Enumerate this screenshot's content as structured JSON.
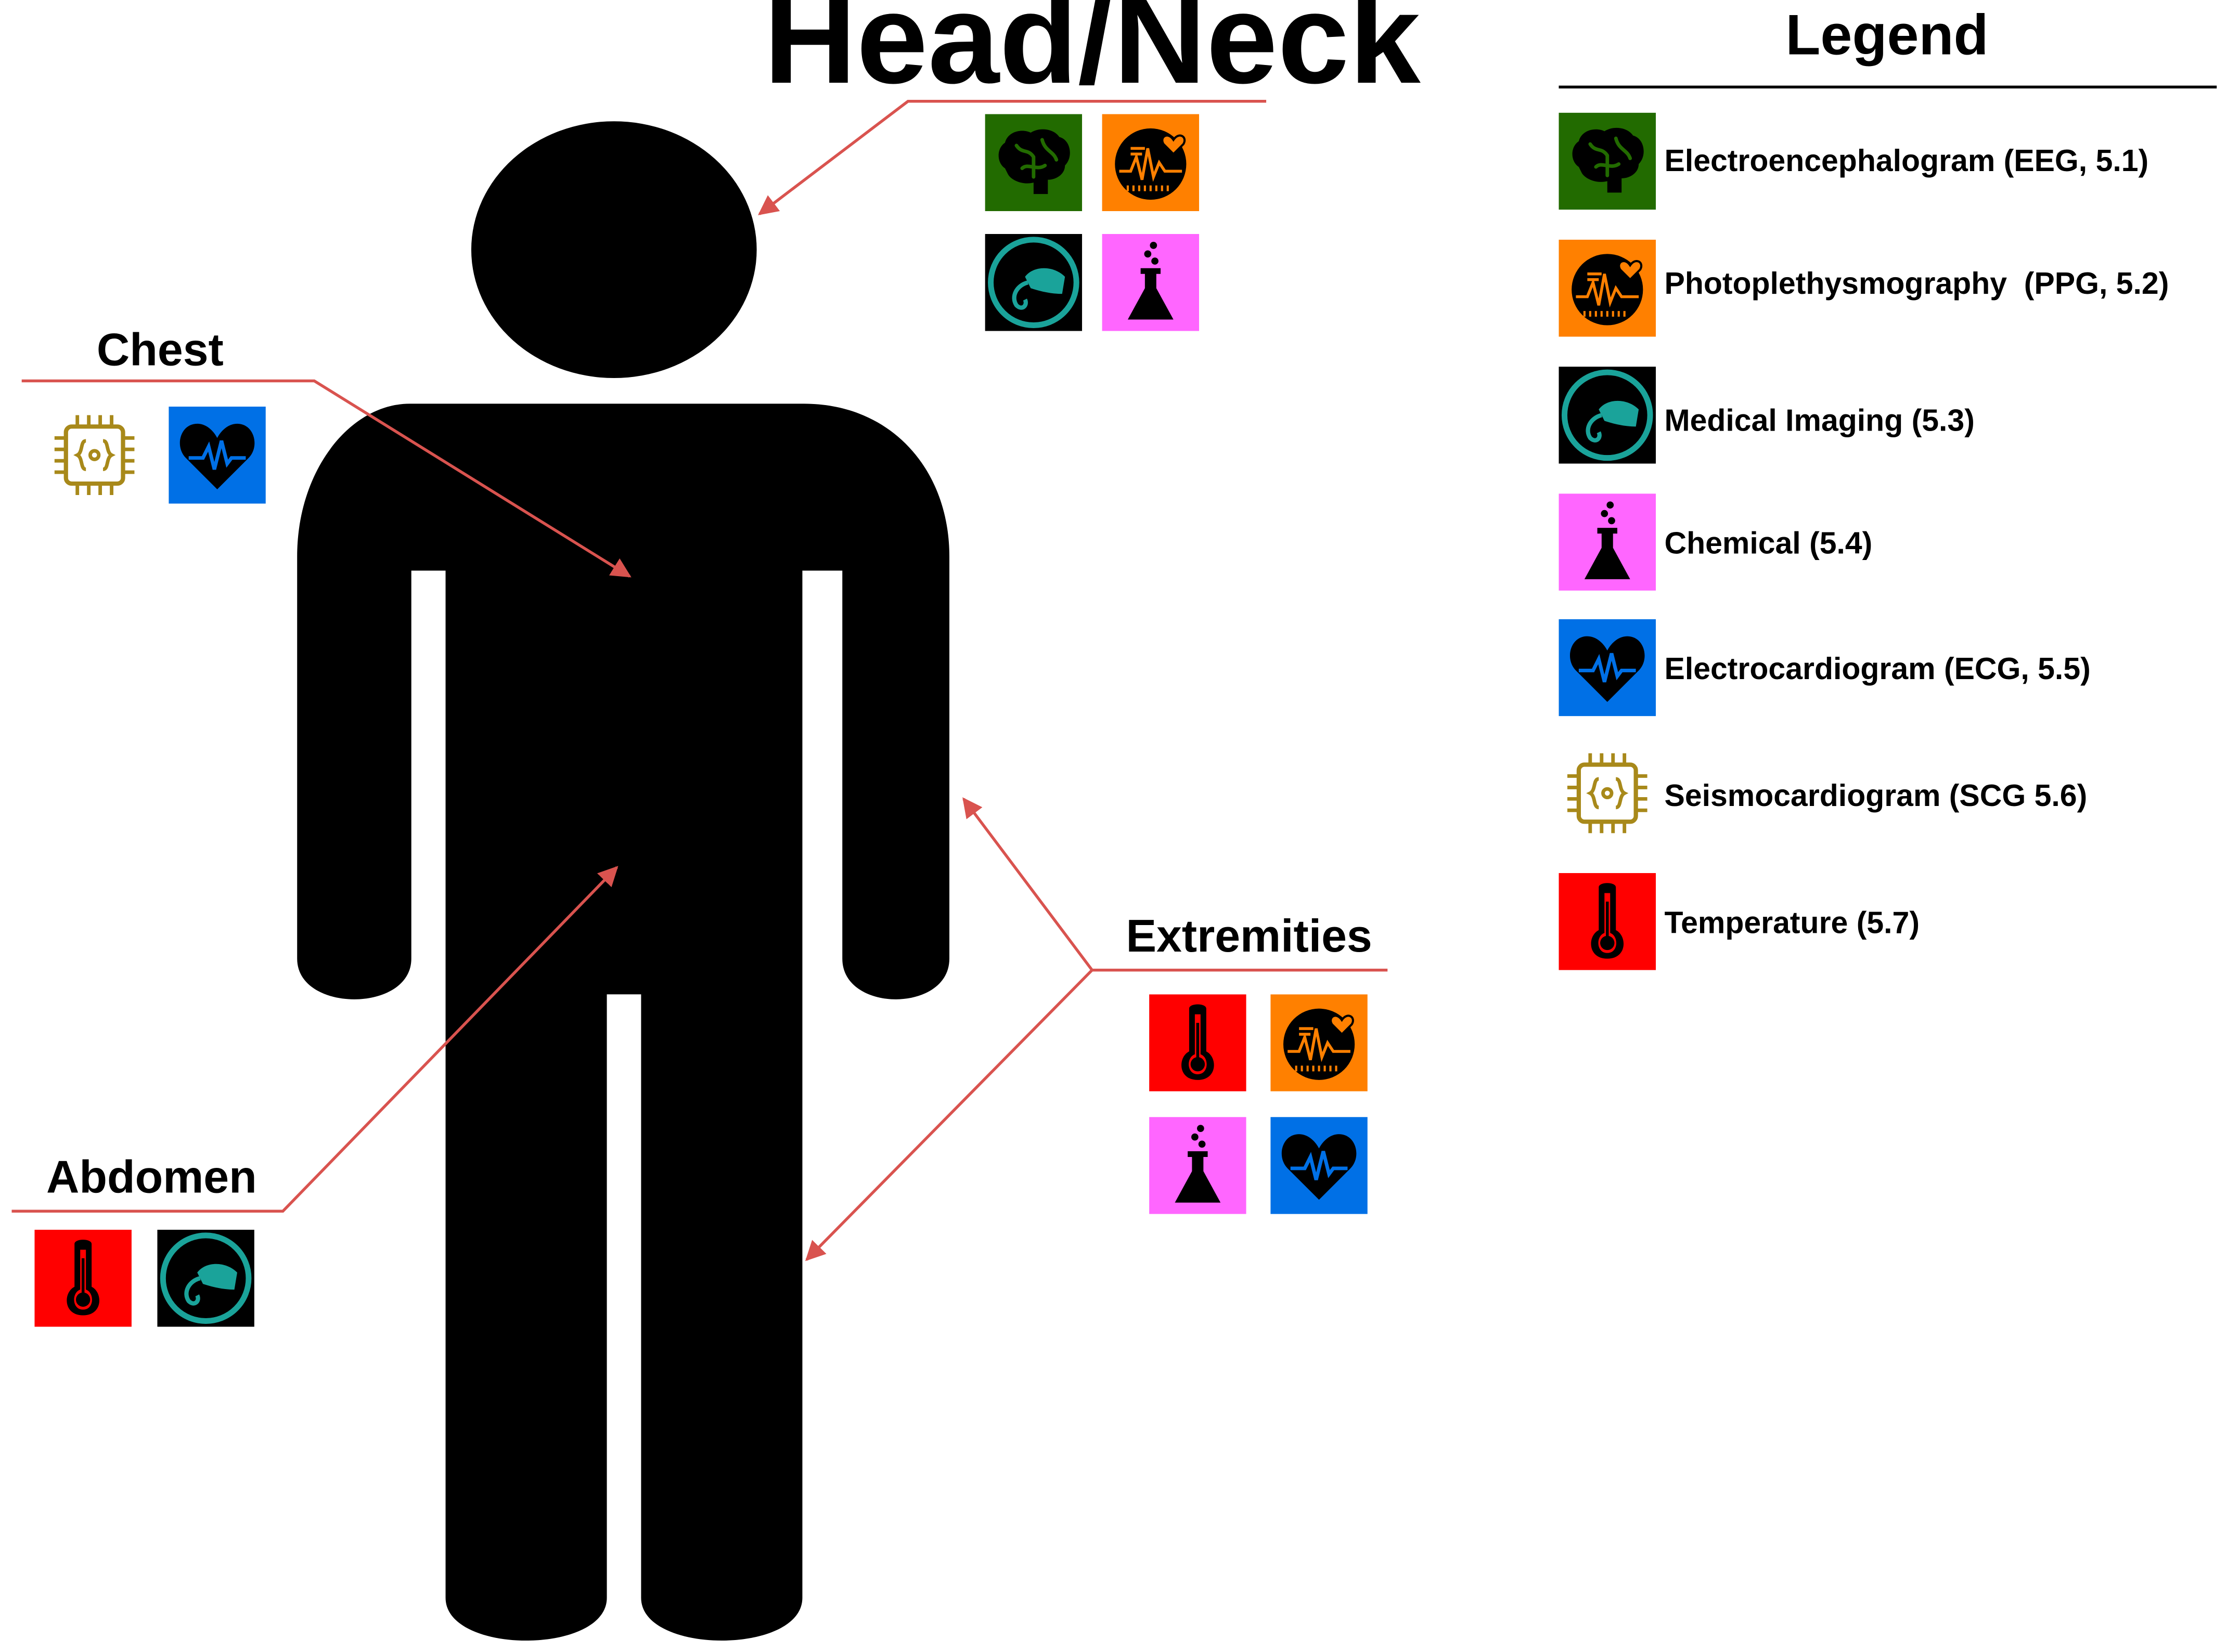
{
  "legend": {
    "title": "Legend",
    "items": [
      {
        "key": "eeg",
        "label": "Electroencephalogram (EEG, 5.1)",
        "icon": "brain-icon",
        "color": "#226b00"
      },
      {
        "key": "ppg",
        "label": "Photoplethysmography  (PPG, 5.2)",
        "icon": "pulse-meter-icon",
        "color": "#ff8000"
      },
      {
        "key": "img",
        "label": "Medical Imaging (5.3)",
        "icon": "ultrasound-icon",
        "color": "#000000"
      },
      {
        "key": "chem",
        "label": "Chemical (5.4)",
        "icon": "flask-icon",
        "color": "#ff66ff"
      },
      {
        "key": "ecg",
        "label": "Electrocardiogram (ECG, 5.5)",
        "icon": "heart-ecg-icon",
        "color": "#0070e6"
      },
      {
        "key": "scg",
        "label": "Seismocardiogram (SCG 5.6)",
        "icon": "chip-icon",
        "color": "#ffffff"
      },
      {
        "key": "temp",
        "label": "Temperature (5.7)",
        "icon": "thermometer-icon",
        "color": "#ff0000"
      }
    ]
  },
  "regions": {
    "head_neck": {
      "label": "Head/Neck",
      "sensors": [
        "eeg",
        "ppg",
        "img",
        "chem"
      ]
    },
    "chest": {
      "label": "Chest",
      "sensors": [
        "scg",
        "ecg"
      ]
    },
    "extremities": {
      "label": "Extremities",
      "sensors": [
        "temp",
        "ppg",
        "chem",
        "ecg"
      ]
    },
    "abdomen": {
      "label": "Abdomen",
      "sensors": [
        "temp",
        "img"
      ]
    }
  },
  "colors": {
    "connector": "#d9534f",
    "figure": "#000000",
    "chip_stroke": "#a8891a",
    "imaging_accent": "#1aa39a"
  }
}
